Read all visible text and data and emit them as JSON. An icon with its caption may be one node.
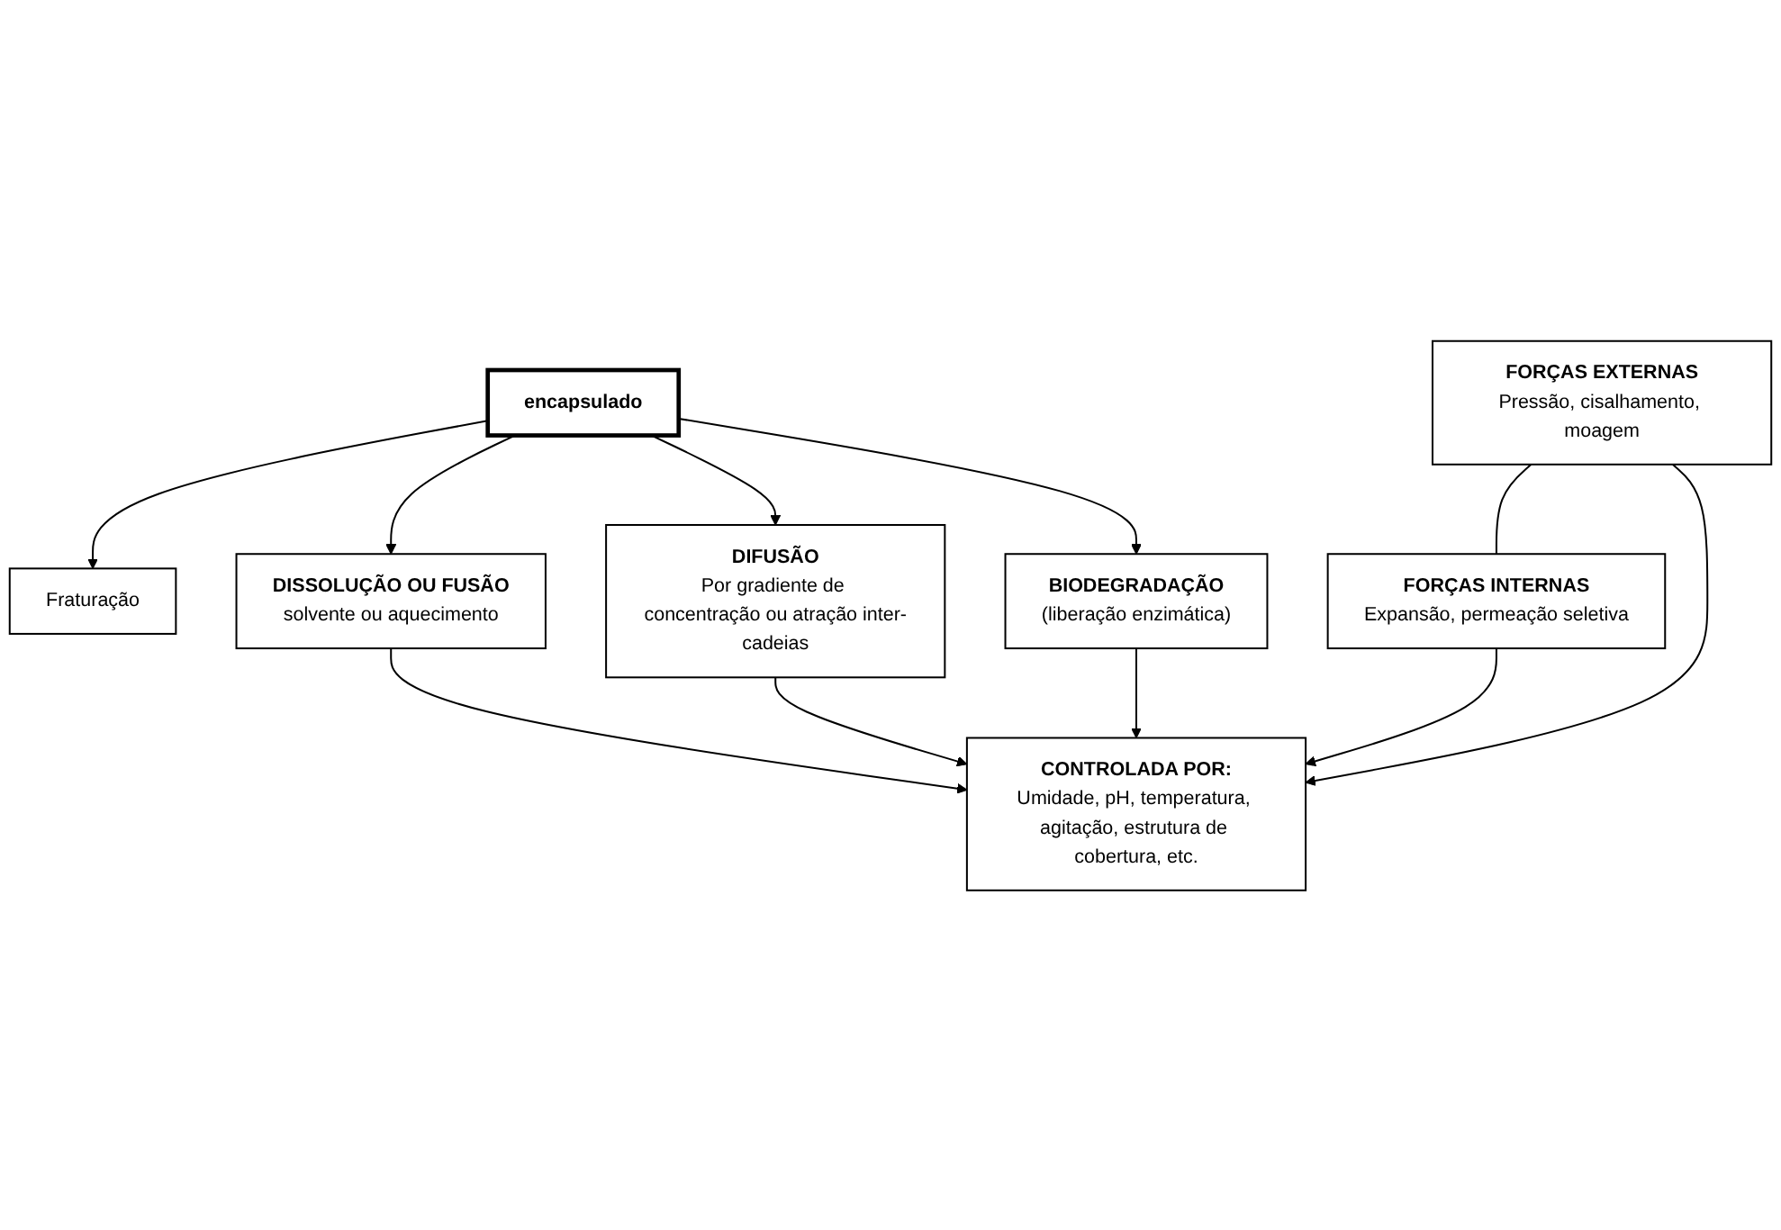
{
  "diagram": {
    "nodes": [
      {
        "text": [
          "FORÇAS EXTERNAS",
          "Pressão, cisalhamento, moagem"
        ]
      },
      {
        "text": [
          "Fraturação"
        ]
      },
      {
        "text": [
          "FORÇAS INTERNAS",
          "Expansão, permeação seletiva"
        ]
      },
      {
        "text": [
          "encapsulado"
        ]
      },
      {
        "text": [
          "DISSOLUÇÃO OU FUSÃO",
          "solvente ou aquecimento"
        ]
      },
      {
        "text": [
          "DIFUSÃO",
          "Por gradiente de concentração ou atração inter-cadeias"
        ]
      },
      {
        "text": [
          "BIODEGRADAÇÃO",
          "(liberação enzimática)"
        ]
      },
      {
        "text": [
          "CONTROLADA POR:",
          "Umidade, pH, temperatura, agitação, estrutura de cobertura, etc."
        ]
      }
    ],
    "edges": [
      {
        "from": 0,
        "to": 2,
        "arrow": "none"
      },
      {
        "from": 3,
        "to": 1,
        "arrow": "to"
      },
      {
        "from": 3,
        "to": 4,
        "arrow": "to"
      },
      {
        "from": 3,
        "to": 5,
        "arrow": "to"
      },
      {
        "from": 3,
        "to": 6,
        "arrow": "to"
      },
      {
        "from": 0,
        "to": 7,
        "arrow": "to"
      },
      {
        "from": 4,
        "to": 7,
        "arrow": "to"
      },
      {
        "from": 6,
        "to": 7,
        "arrow": "to"
      },
      {
        "from": 5,
        "to": 7,
        "arrow": "to"
      },
      {
        "from": 2,
        "to": 7,
        "arrow": "to"
      }
    ]
  }
}
